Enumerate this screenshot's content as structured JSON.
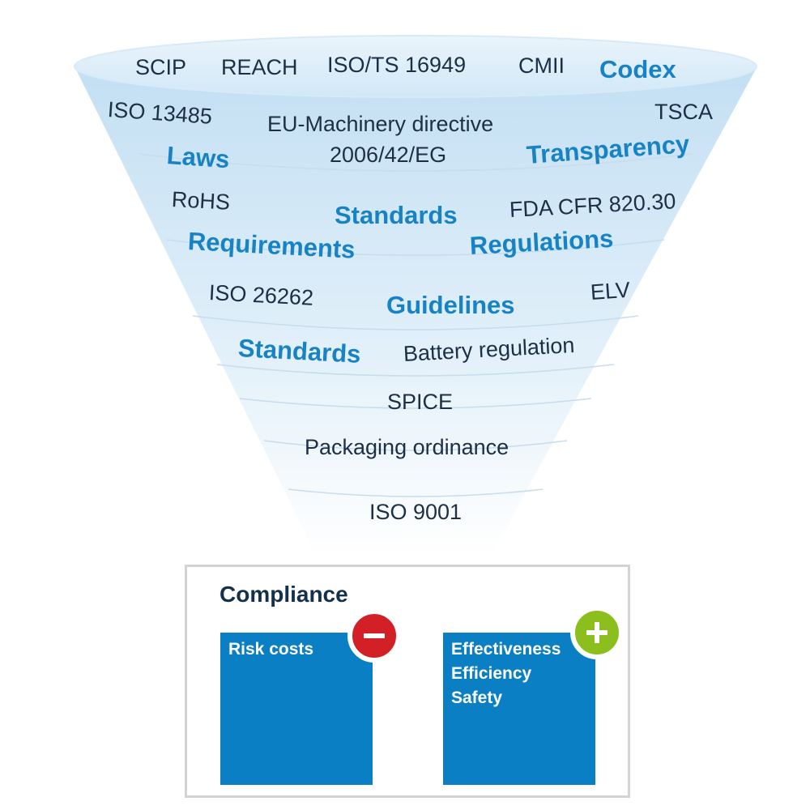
{
  "funnel": {
    "terms": [
      {
        "id": "scip",
        "text": "SCIP",
        "kind": "plain"
      },
      {
        "id": "reach",
        "text": "REACH",
        "kind": "plain"
      },
      {
        "id": "iso-ts-16949",
        "text": "ISO/TS 16949",
        "kind": "plain"
      },
      {
        "id": "cmii",
        "text": "CMII",
        "kind": "plain"
      },
      {
        "id": "codex",
        "text": "Codex",
        "kind": "key"
      },
      {
        "id": "iso-13485",
        "text": "ISO 13485",
        "kind": "plain"
      },
      {
        "id": "eu-machinery",
        "text": "EU-Machinery directive",
        "kind": "plain"
      },
      {
        "id": "tsca",
        "text": "TSCA",
        "kind": "plain"
      },
      {
        "id": "laws",
        "text": "Laws",
        "kind": "key"
      },
      {
        "id": "eg-2006-42",
        "text": "2006/42/EG",
        "kind": "plain"
      },
      {
        "id": "transparency",
        "text": "Transparency",
        "kind": "key"
      },
      {
        "id": "rohs",
        "text": "RoHS",
        "kind": "plain"
      },
      {
        "id": "standards-upper",
        "text": "Standards",
        "kind": "key"
      },
      {
        "id": "fda-cfr",
        "text": "FDA CFR 820.30",
        "kind": "plain"
      },
      {
        "id": "requirements",
        "text": "Requirements",
        "kind": "key"
      },
      {
        "id": "regulations",
        "text": "Regulations",
        "kind": "key"
      },
      {
        "id": "iso-26262",
        "text": "ISO 26262",
        "kind": "plain"
      },
      {
        "id": "guidelines",
        "text": "Guidelines",
        "kind": "key"
      },
      {
        "id": "elv",
        "text": "ELV",
        "kind": "plain"
      },
      {
        "id": "standards-lower",
        "text": "Standards",
        "kind": "key"
      },
      {
        "id": "battery-regulation",
        "text": "Battery regulation",
        "kind": "plain"
      },
      {
        "id": "spice",
        "text": "SPICE",
        "kind": "plain"
      },
      {
        "id": "packaging-ordinance",
        "text": "Packaging ordinance",
        "kind": "plain"
      },
      {
        "id": "iso-9001",
        "text": "ISO 9001",
        "kind": "plain"
      }
    ]
  },
  "compliance": {
    "title": "Compliance",
    "risk": {
      "lines": [
        "Risk costs"
      ],
      "badge_icon": "minus-icon",
      "color": "#0a7fc4",
      "badge_color": "#d32027"
    },
    "benefit": {
      "lines": [
        "Effectiveness",
        "Efficiency",
        "Safety"
      ],
      "badge_icon": "plus-icon",
      "color": "#0a7fc4",
      "badge_color": "#8cbf1e"
    }
  },
  "colors": {
    "key_term": "#1783c4",
    "plain_term": "#1d2f45",
    "funnel_top": "#c9e3f5",
    "funnel_bottom": "#ffffff",
    "title": "#13304d"
  }
}
